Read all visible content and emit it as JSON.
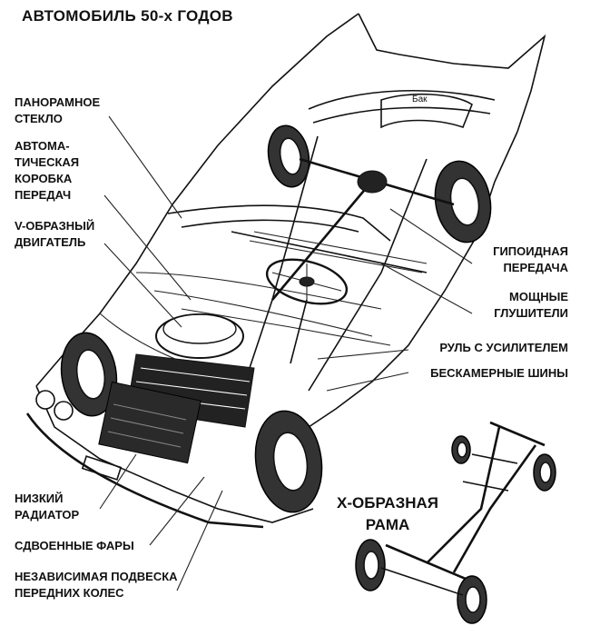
{
  "title": "АВТОМОБИЛЬ 50-х ГОДОВ",
  "tank_label": "Бак",
  "labels_left": [
    {
      "id": "glass",
      "lines": [
        "ПАНОРАМНОЕ",
        "СТЕКЛО"
      ]
    },
    {
      "id": "gearbox",
      "lines": [
        "АВТОМА-",
        "ТИЧЕСКАЯ",
        "КОРОБКА",
        "ПЕРЕДАЧ"
      ]
    },
    {
      "id": "engine",
      "lines": [
        "V-ОБРАЗНЫЙ",
        "ДВИГАТЕЛЬ"
      ]
    },
    {
      "id": "radiator",
      "lines": [
        "НИЗКИЙ",
        "РАДИАТОР"
      ]
    },
    {
      "id": "headlights",
      "lines": [
        "СДВОЕННЫЕ ФАРЫ"
      ]
    },
    {
      "id": "suspension",
      "lines": [
        "НЕЗАВИСИМАЯ ПОДВЕСКА",
        "ПЕРЕДНИХ КОЛЕС"
      ]
    }
  ],
  "labels_right": [
    {
      "id": "hypoid",
      "lines": [
        "ГИПОИДНАЯ",
        "ПЕРЕДАЧА"
      ]
    },
    {
      "id": "mufflers",
      "lines": [
        "МОЩНЫЕ",
        "ГЛУШИТЕЛИ"
      ]
    },
    {
      "id": "steering",
      "lines": [
        "РУЛЬ С УСИЛИТЕЛЕМ"
      ]
    },
    {
      "id": "tyres",
      "lines": [
        "БЕСКАМЕРНЫЕ ШИНЫ"
      ]
    }
  ],
  "frame_label": [
    "Х-ОБРАЗНАЯ",
    "РАМА"
  ],
  "colors": {
    "ink": "#111111",
    "paper": "#ffffff"
  }
}
